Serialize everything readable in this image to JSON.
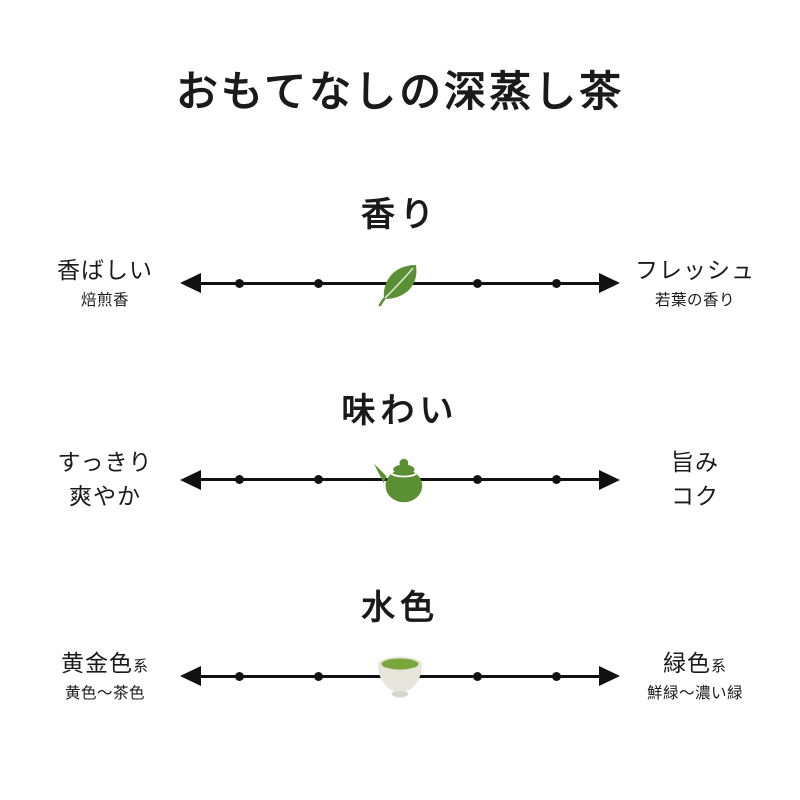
{
  "page": {
    "title": "おもてなしの深蒸し茶"
  },
  "colors": {
    "accent_green": "#5a8f33",
    "tea_green": "#7aa63e",
    "cup_body": "#e8e5dc",
    "cup_outline": "#d2cec3",
    "cup_foot": "#d9d5c9",
    "line_black": "#111111"
  },
  "scales": [
    {
      "heading": "香り",
      "left_label": "香ばしい",
      "left_sub": "焙煎香",
      "right_label": "フレッシュ",
      "right_sub": "若葉の香り",
      "marker_icon": "leaf-icon",
      "marker_position": 0.5
    },
    {
      "heading": "味わい",
      "left_label": "すっきり",
      "left_sub": "爽やか",
      "right_label": "旨み",
      "right_sub": "コク",
      "marker_icon": "teapot-icon",
      "marker_position": 0.5
    },
    {
      "heading": "水色",
      "left_label": "黄金色",
      "left_suffix": "系",
      "left_sub": "黄色〜茶色",
      "right_label": "緑色",
      "right_suffix": "系",
      "right_sub": "鮮緑〜濃い緑",
      "marker_icon": "teacup-icon",
      "marker_position": 0.5
    }
  ]
}
